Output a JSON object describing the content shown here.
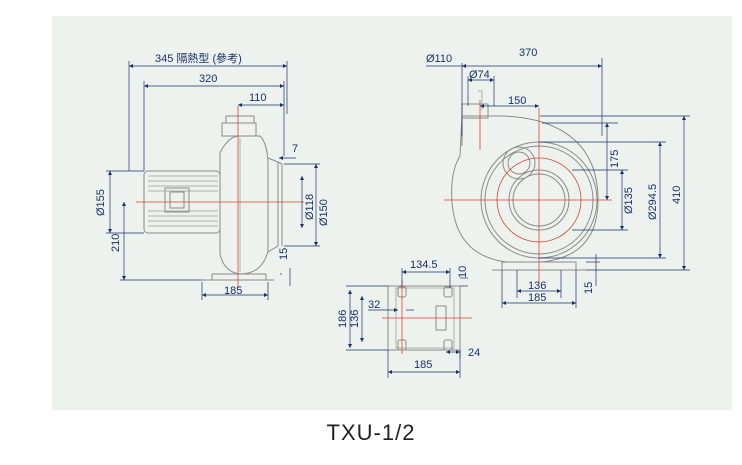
{
  "model": "TXU-1/2",
  "colors": {
    "background": "#eef2ee",
    "outline": "#8a8a8a",
    "dimension": "#1a2f6b",
    "centerline": "#d9452b"
  },
  "side_view": {
    "dim_overall": "345 隔熱型 (參考)",
    "dim_length": "320",
    "dim_outlet": "110",
    "dim_flange": "7",
    "dim_motor_dia": "Ø155",
    "dim_height": "210",
    "dim_inlet_inner": "Ø118",
    "dim_inlet_outer": "Ø150",
    "dim_base_thk": "15",
    "dim_base_width": "185"
  },
  "front_view": {
    "dim_outlet_dia": "Ø110",
    "dim_width": "370",
    "dim_outlet_inner": "Ø74",
    "dim_offset": "150",
    "dim_center_h": "175",
    "dim_inlet": "Ø135",
    "dim_volute": "Ø294.5",
    "dim_total_h": "410",
    "dim_hole_span": "136",
    "dim_base_width": "185",
    "dim_base_thk": "15"
  },
  "base_view": {
    "dim_length": "134.5",
    "dim_edge": "10",
    "dim_depth_outer": "186",
    "dim_depth_inner": "136",
    "dim_slot": "32",
    "dim_corner": "24",
    "dim_width": "185"
  }
}
